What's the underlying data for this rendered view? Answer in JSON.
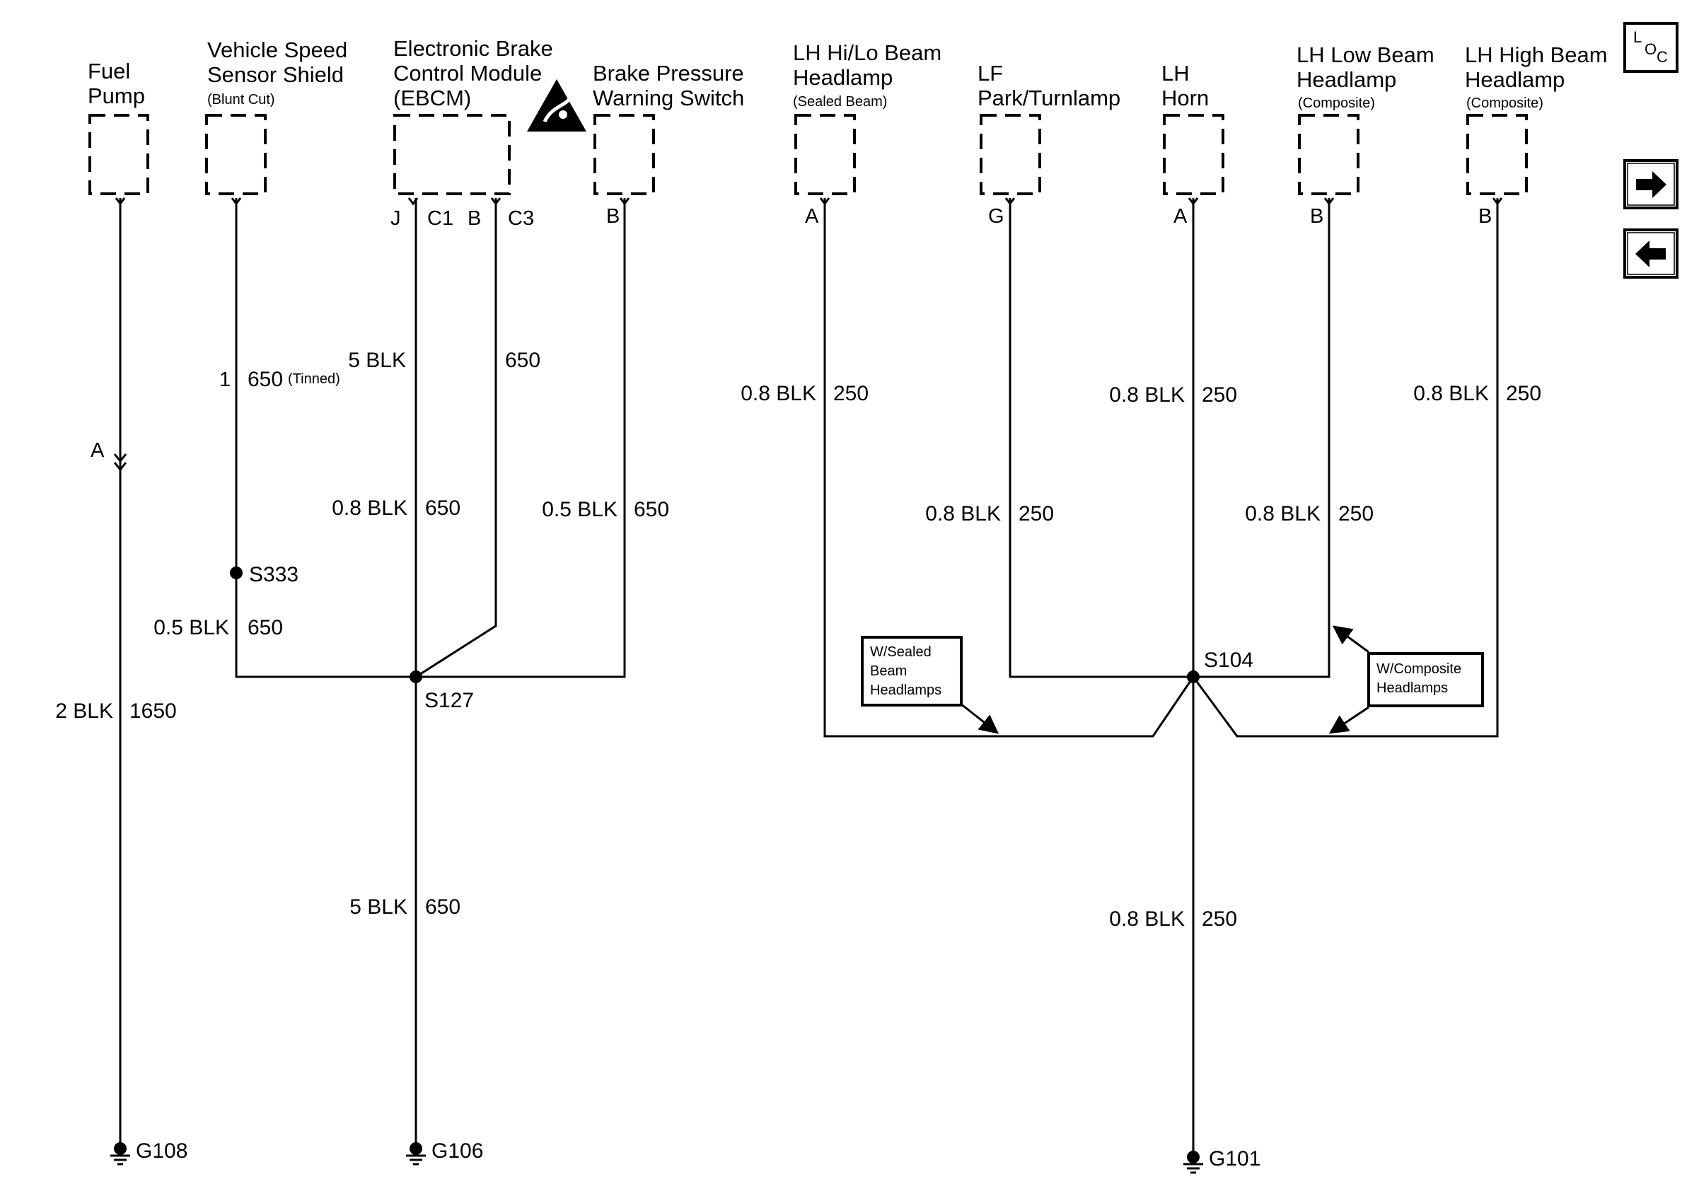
{
  "components": {
    "fuel_pump": {
      "lines": [
        "Fuel",
        "Pump"
      ],
      "sub": ""
    },
    "vss_shield": {
      "lines": [
        "Vehicle Speed",
        "Sensor Shield"
      ],
      "sub": "(Blunt Cut)"
    },
    "ebcm": {
      "lines": [
        "Electronic Brake",
        "Control Module",
        "(EBCM)"
      ],
      "sub": ""
    },
    "brake_pressure_switch": {
      "lines": [
        "Brake Pressure",
        "Warning Switch"
      ],
      "sub": ""
    },
    "lh_hilo_headlamp": {
      "lines": [
        "LH Hi/Lo Beam",
        "Headlamp"
      ],
      "sub": "(Sealed Beam)"
    },
    "lf_park_turnlamp": {
      "lines": [
        "LF",
        "Park/Turnlamp"
      ],
      "sub": ""
    },
    "lh_horn": {
      "lines": [
        "LH",
        "Horn"
      ],
      "sub": ""
    },
    "lh_low_beam_headlamp": {
      "lines": [
        "LH Low Beam",
        "Headlamp"
      ],
      "sub": "(Composite)"
    },
    "lh_high_beam_headlamp": {
      "lines": [
        "LH High Beam",
        "Headlamp"
      ],
      "sub": "(Composite)"
    }
  },
  "pins": {
    "ebcm_j": "J",
    "ebcm_c1": "C1",
    "ebcm_b": "B",
    "ebcm_c3": "C3",
    "brake_switch": "B",
    "hilo": "A",
    "park_turn": "G",
    "horn": "A",
    "low_beam": "B",
    "high_beam": "B",
    "fuel_inline": "A"
  },
  "wires": {
    "vss_upper": {
      "pin_no": "1",
      "circuit": "650",
      "note": "(Tinned)"
    },
    "ebcm_c3": {
      "gauge": "5 BLK",
      "circuit": "650"
    },
    "ebcm_c1": {
      "gauge": "0.8 BLK",
      "circuit": "650"
    },
    "brake_switch": {
      "gauge": "0.5 BLK",
      "circuit": "650"
    },
    "vss_lower": {
      "gauge": "0.5 BLK",
      "circuit": "650"
    },
    "fuel_pump": {
      "gauge": "2 BLK",
      "circuit": "1650"
    },
    "g106": {
      "gauge": "5 BLK",
      "circuit": "650"
    },
    "hilo": {
      "gauge": "0.8 BLK",
      "circuit": "250"
    },
    "horn": {
      "gauge": "0.8 BLK",
      "circuit": "250"
    },
    "high_beam": {
      "gauge": "0.8 BLK",
      "circuit": "250"
    },
    "park_turn": {
      "gauge": "0.8 BLK",
      "circuit": "250"
    },
    "low_beam": {
      "gauge": "0.8 BLK",
      "circuit": "250"
    },
    "g101": {
      "gauge": "0.8 BLK",
      "circuit": "250"
    }
  },
  "splices": {
    "s333": "S333",
    "s127": "S127",
    "s104": "S104"
  },
  "grounds": {
    "g108": "G108",
    "g106": "G106",
    "g101": "G101"
  },
  "notes": {
    "sealed": [
      "W/Sealed",
      "Beam",
      "Headlamps"
    ],
    "composite": [
      "W/Composite",
      "Headlamps"
    ]
  },
  "nav": {
    "loc_l": "L",
    "loc_o": "O",
    "loc_c": "C",
    "next_icon": "arrow-right-icon",
    "prev_icon": "arrow-left-icon"
  },
  "icons": {
    "esd_warning": "esd-warning-icon"
  }
}
